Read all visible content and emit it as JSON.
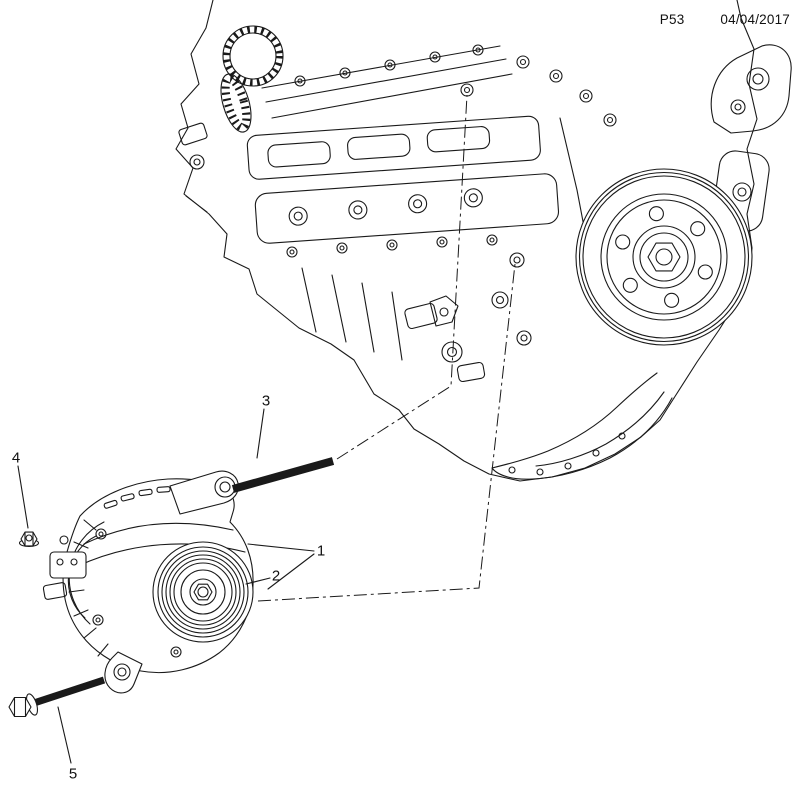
{
  "header": {
    "page_code": "P53",
    "date": "04/04/2017"
  },
  "figure": {
    "callouts": [
      {
        "number": "1"
      },
      {
        "number": "2"
      },
      {
        "number": "3"
      },
      {
        "number": "4"
      },
      {
        "number": "5"
      }
    ]
  }
}
